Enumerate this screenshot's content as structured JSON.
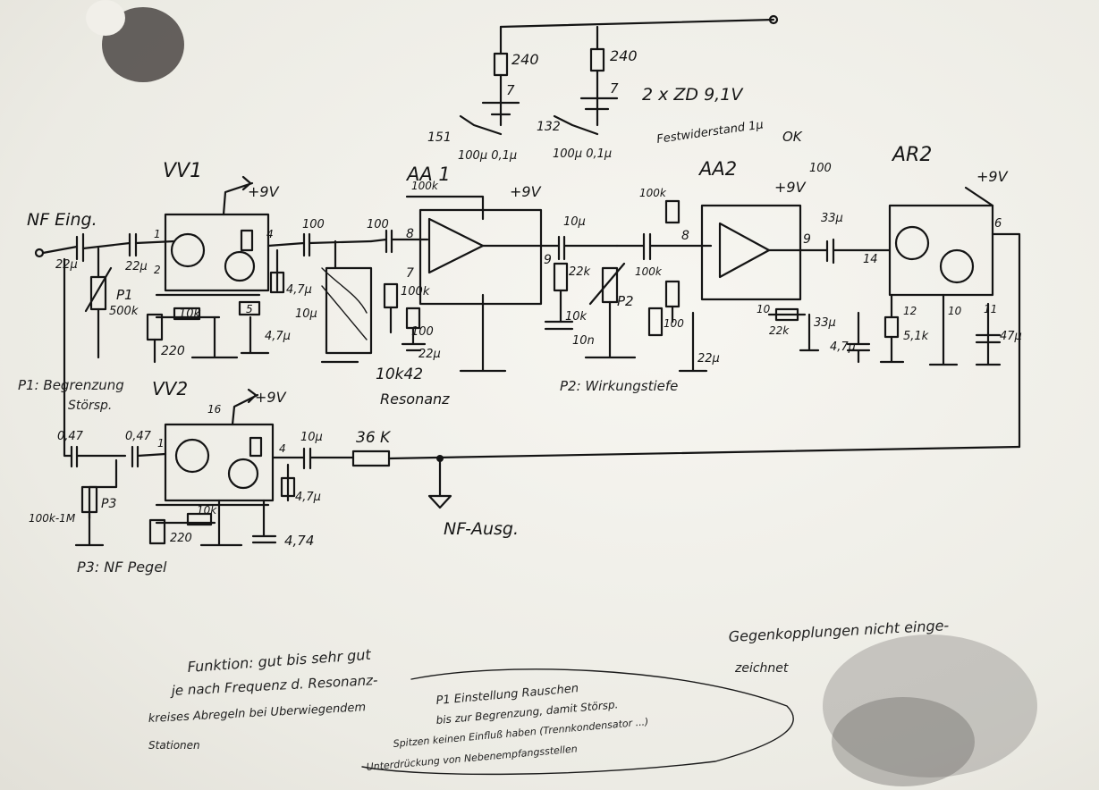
{
  "stages": {
    "vv1": "VV1",
    "vv2": "VV2",
    "aa1": "AA 1",
    "aa2": "AA2",
    "ar2": "AR2"
  },
  "supply": {
    "plus9v": "+9V",
    "zener": "2 x ZD 9,1V",
    "r240": "240",
    "ic1": "151",
    "ic2": "132",
    "cap_pair": "100µ 0,1µ",
    "pin7": "7"
  },
  "io": {
    "input": "NF Eing.",
    "output": "NF-Ausg."
  },
  "components": {
    "c22u": "22µ",
    "c22u_b": "22µ",
    "p1": "P1",
    "p1_val": "500k",
    "r220": "220",
    "r10k": "10k",
    "c47u": "4,7µ",
    "c47u_b": "4,7µ",
    "c100": "100",
    "c100_b": "100",
    "c10u": "10µ",
    "r10k42": "10k42",
    "resonanz": "Resonanz",
    "r100k": "100k",
    "r100": "100",
    "c22u_c": "22µ",
    "c10u_b": "10µ",
    "r22k": "22k",
    "r10k_b": "10k",
    "c10n": "10n",
    "p2": "P2",
    "r100k_b": "100k",
    "r100k_c": "100k",
    "r100_b": "100",
    "c22u_d": "22µ",
    "r22k_b": "22k",
    "c33u": "33µ",
    "c47_b": "4,7µ",
    "r5k1": "5,1k",
    "c47u_c": "47µ",
    "r100_c": "100",
    "ok": "OK",
    "festwiderstand": "Festwiderstand 1µ",
    "c047": "0,47",
    "c047_b": "0,47",
    "p3": "P3",
    "p3_val": "100k-1M",
    "r220_b": "220",
    "r10k_c": "10k",
    "c10u_c": "10µ",
    "c47u_d": "4,7µ",
    "c474": "4,74",
    "r36k": "36 K",
    "c33p": "33µ"
  },
  "pins": [
    "1",
    "2",
    "4",
    "5",
    "8",
    "7",
    "9",
    "8",
    "9",
    "10",
    "14",
    "12",
    "10",
    "11",
    "6",
    "16",
    "4",
    "1"
  ],
  "captions": {
    "p1_note_1": "P1: Begrenzung",
    "p1_note_2": "Störsp.",
    "p2_note": "P2: Wirkungstiefe",
    "p3_note": "P3: NF Pegel",
    "function_1": "Funktion: gut bis sehr gut",
    "function_2": "je nach Frequenz d. Resonanz-",
    "function_3": "kreises Abregeln bei Uberwiegendem",
    "function_4": "Stationen",
    "right_note_1": "Gegenkopplungen nicht einge-",
    "right_note_2": "zeichnet",
    "p1_eff_1": "P1 Einstellung Rauschen",
    "p1_eff_2": "bis zur Begrenzung, damit Störsp.",
    "p1_eff_3": "Spitzen keinen Einfluß haben (Trennkondensator ...)",
    "p1_eff_4": "Unterdrückung von Nebenempfangsstellen"
  }
}
